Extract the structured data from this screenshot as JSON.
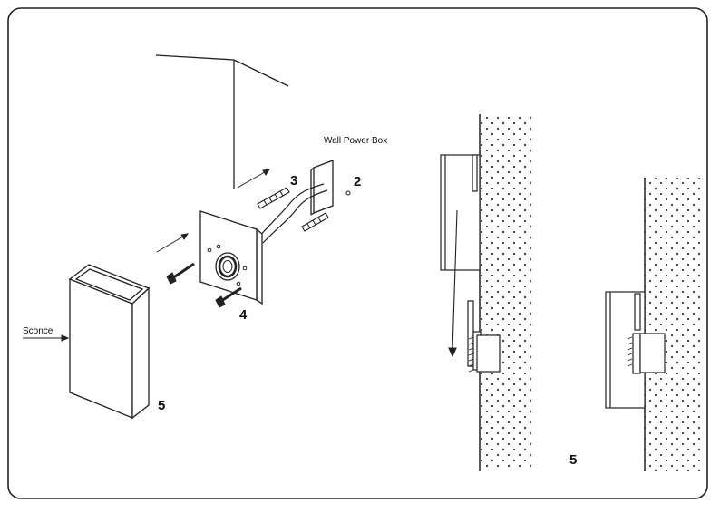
{
  "labels": {
    "wall_power_box": "Wall Power Box",
    "sconce": "Sconce",
    "step_2": "2",
    "step_3": "3",
    "step_4": "4",
    "step_5_left": "5",
    "step_5_right": "5"
  },
  "colors": {
    "line": "#222222",
    "frame": "#222222",
    "background": "#ffffff",
    "dots": "#333333"
  }
}
